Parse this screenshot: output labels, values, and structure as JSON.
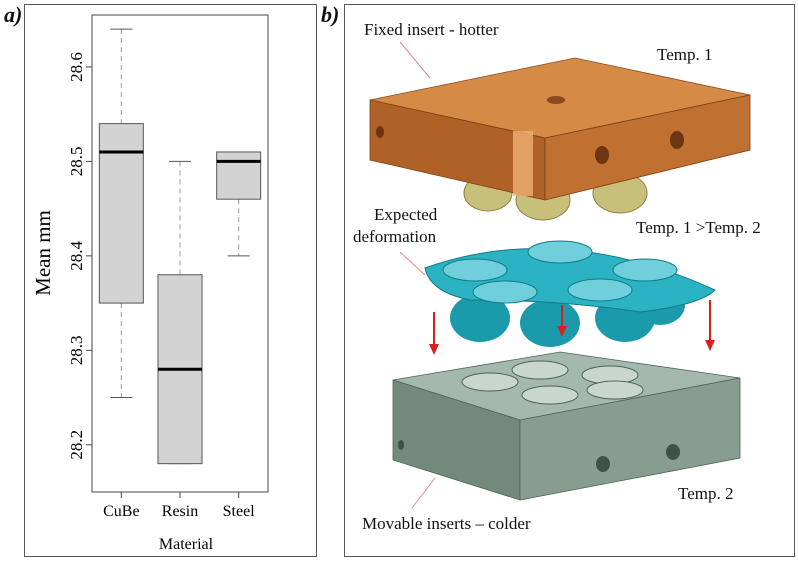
{
  "panel_a": {
    "label": "a)",
    "chart_data": {
      "type": "box",
      "xlabel": "Material",
      "ylabel": "Mean mm",
      "ylim": [
        28.15,
        28.655
      ],
      "yticks": [
        "28.2",
        "28.3",
        "28.4",
        "28.5",
        "28.6"
      ],
      "categories": [
        "CuBe",
        "Resin",
        "Steel"
      ],
      "boxes": [
        {
          "category": "CuBe",
          "whisker_low": 28.25,
          "q1": 28.35,
          "median": 28.51,
          "q3": 28.54,
          "whisker_high": 28.64
        },
        {
          "category": "Resin",
          "whisker_low": 28.18,
          "q1": 28.18,
          "median": 28.28,
          "q3": 28.38,
          "whisker_high": 28.5
        },
        {
          "category": "Steel",
          "whisker_low": 28.4,
          "q1": 28.46,
          "median": 28.5,
          "q3": 28.51,
          "whisker_high": 28.51
        }
      ],
      "grid": false
    }
  },
  "panel_b": {
    "label": "b)",
    "annotations": {
      "fixed_insert": "Fixed insert - hotter",
      "temp1": "Temp. 1",
      "expected_deformation_line1": "Expected",
      "expected_deformation_line2": "deformation",
      "temp_compare": "Temp. 1 >Temp. 2",
      "temp2": "Temp. 2",
      "movable_inserts": "Movable inserts – colder"
    },
    "colors": {
      "fixed_insert": "#c8742a",
      "deformation_plate": "#2bb3c4",
      "movable_insert": "#7d9587",
      "arrow": "#d8201c"
    }
  }
}
